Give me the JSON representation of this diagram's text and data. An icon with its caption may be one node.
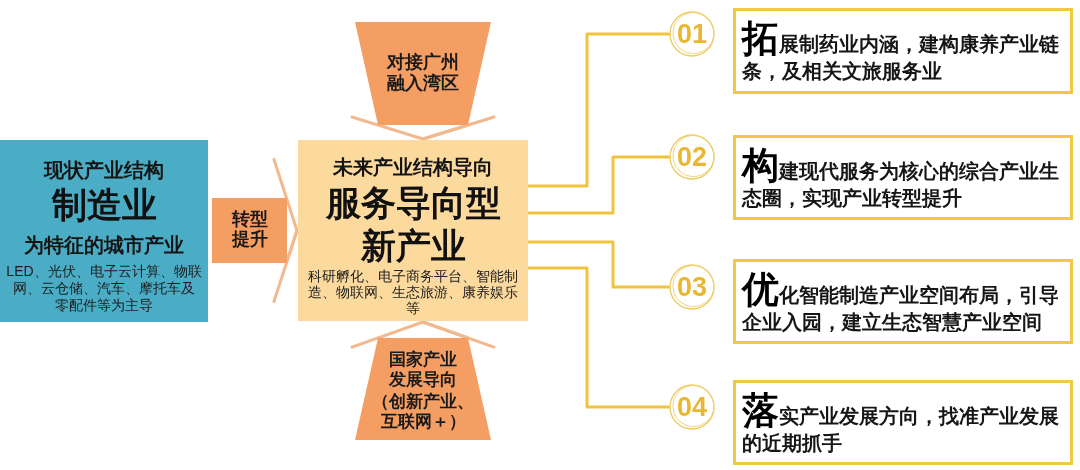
{
  "diagram": {
    "nodes": [
      {
        "text": [
          "现状产业结构",
          "制造业",
          "为特征的城市产业",
          "LED、光伏、电子云计算、物联网、云仓储、汽车、摩托车及零配件等为主导"
        ]
      },
      {
        "text": [
          "转型提升"
        ]
      },
      {
        "text": [
          "对接广州融入湾区"
        ]
      },
      {
        "text": [
          "未来产业结构导向",
          "服务导向型新产业",
          "科研孵化、电子商务平台、智能制造、物联网、生态旅游、康养娱乐等"
        ]
      },
      {
        "text": [
          "国家产业发展导向",
          "（创新产业、互联网＋）"
        ]
      },
      {
        "text": [
          "01"
        ]
      },
      {
        "text": [
          "拓展制药业内涵，建构康养产业链条，及相关文旅服务业"
        ]
      },
      {
        "text": [
          "02"
        ]
      },
      {
        "text": [
          "构建现代服务为核心的综合产业生态圈，实现产业转型提升"
        ]
      },
      {
        "text": [
          "03"
        ]
      },
      {
        "text": [
          "优化智能制造产业空间布局，引导企业入园，建立生态智慧产业空间"
        ]
      },
      {
        "text": [
          "04"
        ]
      },
      {
        "text": [
          "落实产业发展方向，找准产业发展的近期抓手"
        ]
      }
    ],
    "edges": [
      {
        "from": 1,
        "to": 3,
        "arrow": "to",
        "color": "#f2b98f"
      },
      {
        "from": 2,
        "to": 3,
        "arrow": "to",
        "color": "#f2b98f"
      },
      {
        "from": 4,
        "to": 3,
        "arrow": "to",
        "color": "#f2b98f"
      },
      {
        "from": 3,
        "to": 5,
        "arrow": "none"
      },
      {
        "from": 3,
        "to": 7,
        "arrow": "none"
      },
      {
        "from": 3,
        "to": 9,
        "arrow": "none"
      },
      {
        "from": 3,
        "to": 11,
        "arrow": "none"
      }
    ]
  }
}
